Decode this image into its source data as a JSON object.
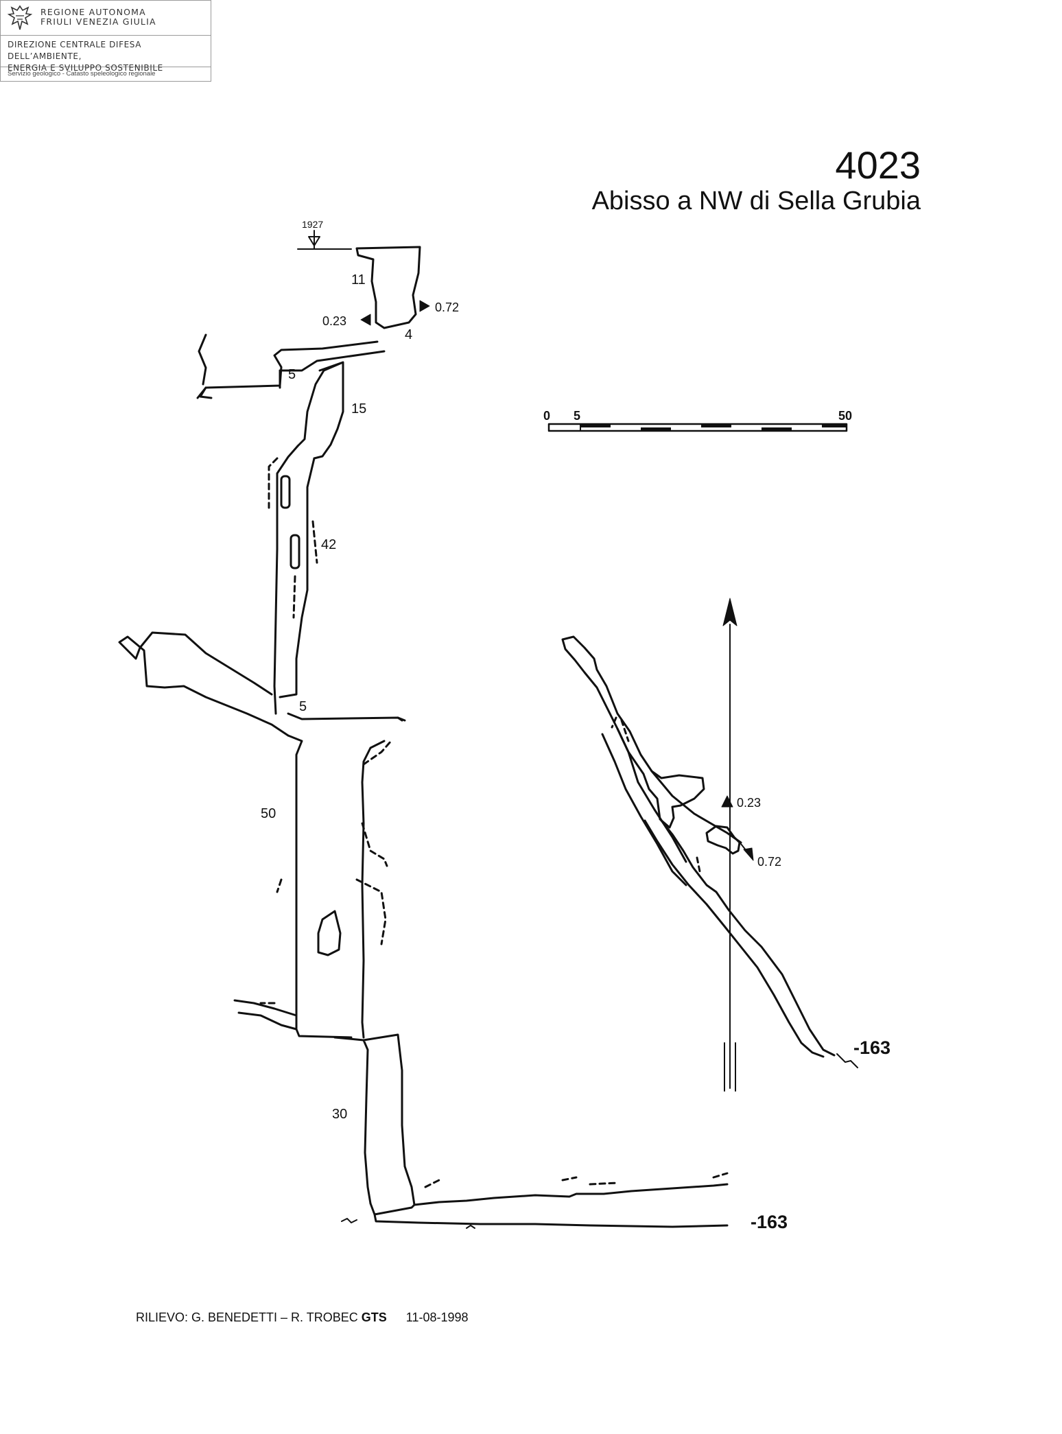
{
  "header": {
    "region_line1": "REGIONE AUTONOMA",
    "region_line2": "FRIULI VENEZIA GIULIA",
    "department_line1": "DIREZIONE CENTRALE DIFESA DELL’AMBIENTE,",
    "department_line2": "ENERGIA E SVILUPPO SOSTENIBILE",
    "service": "Servizio geologico - Catasto speleologico regionale"
  },
  "cave": {
    "number": "4023",
    "name": "Abisso a NW di Sella Grubia"
  },
  "section": {
    "entrance_altitude": "1927",
    "shaft_depths": [
      "11",
      "4",
      "5",
      "15",
      "42",
      "5",
      "50",
      "30"
    ],
    "depth_label": "-163",
    "arrow_left_label": "0.23",
    "arrow_right_label": "0.72"
  },
  "scale_bar": {
    "tick_labels": [
      "0",
      "5",
      "50"
    ]
  },
  "plan": {
    "depth_label": "-163",
    "arrow_up_label": "0.23",
    "arrow_down_label": "0.72"
  },
  "footer": {
    "survey_label": "RILIEVO: G. BENEDETTI – R. TROBEC",
    "group": "GTS",
    "date": "11-08-1998"
  }
}
